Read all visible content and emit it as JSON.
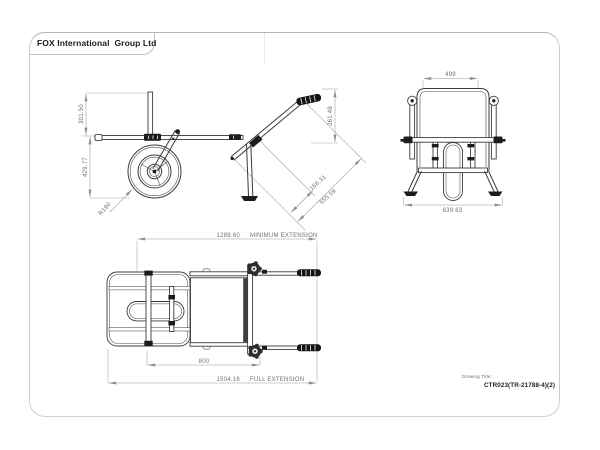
{
  "sheet": {
    "company": "FOX International  Group Ltd",
    "drawing_title_label": "Drawing Title:",
    "drawing_number": "CTR023(TR-21788-4)(2)"
  },
  "dims": {
    "side": {
      "upright_height": "301.50",
      "rail_to_ground": "429.77",
      "wheel_radius": "R190",
      "handle_drop": "261.48",
      "incline_short": "168.31",
      "incline_long": "555.59"
    },
    "front": {
      "frame_width": "499",
      "overall_width": "639.63"
    },
    "plan": {
      "min_extension_value": "1289.60",
      "min_extension_label": "MINIMUM EXTENSION",
      "bed_length": "800",
      "full_extension_value": "1504.16",
      "full_extension_label": "FULL EXTENSION"
    }
  }
}
